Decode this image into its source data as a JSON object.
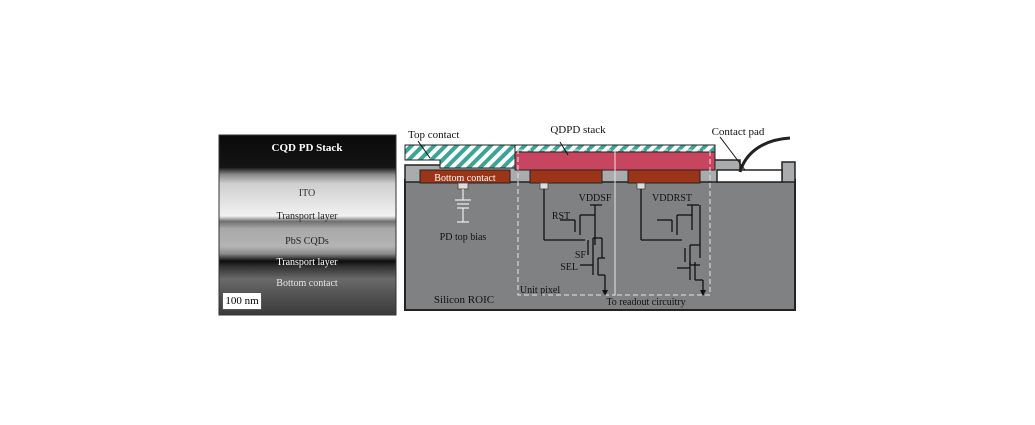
{
  "tem": {
    "title": "CQD PD Stack",
    "layers": [
      "ITO",
      "Transport layer",
      "PbS CQDs",
      "Transport layer",
      "Bottom contact"
    ],
    "scale_bar": "100 nm"
  },
  "schematic": {
    "labels": {
      "top_contact": "Top contact",
      "qdpd_stack": "QDPD stack",
      "contact_pad": "Contact pad",
      "bottom_contact": "Bottom contact",
      "pd_top_bias": "PD top bias",
      "vddsf": "VDDSF",
      "vddrst": "VDDRST",
      "rst": "RST",
      "sf": "SF",
      "sel": "SEL",
      "silicon_roic": "Silicon ROIC",
      "unit_pixel": "Unit pixel",
      "readout": "To readout circuitry"
    },
    "colors": {
      "roic": "#7f8183",
      "qdpd": "#c8455f",
      "bottom_contact": "#9c3518",
      "top_contact_hatch": "#3aa596"
    }
  }
}
